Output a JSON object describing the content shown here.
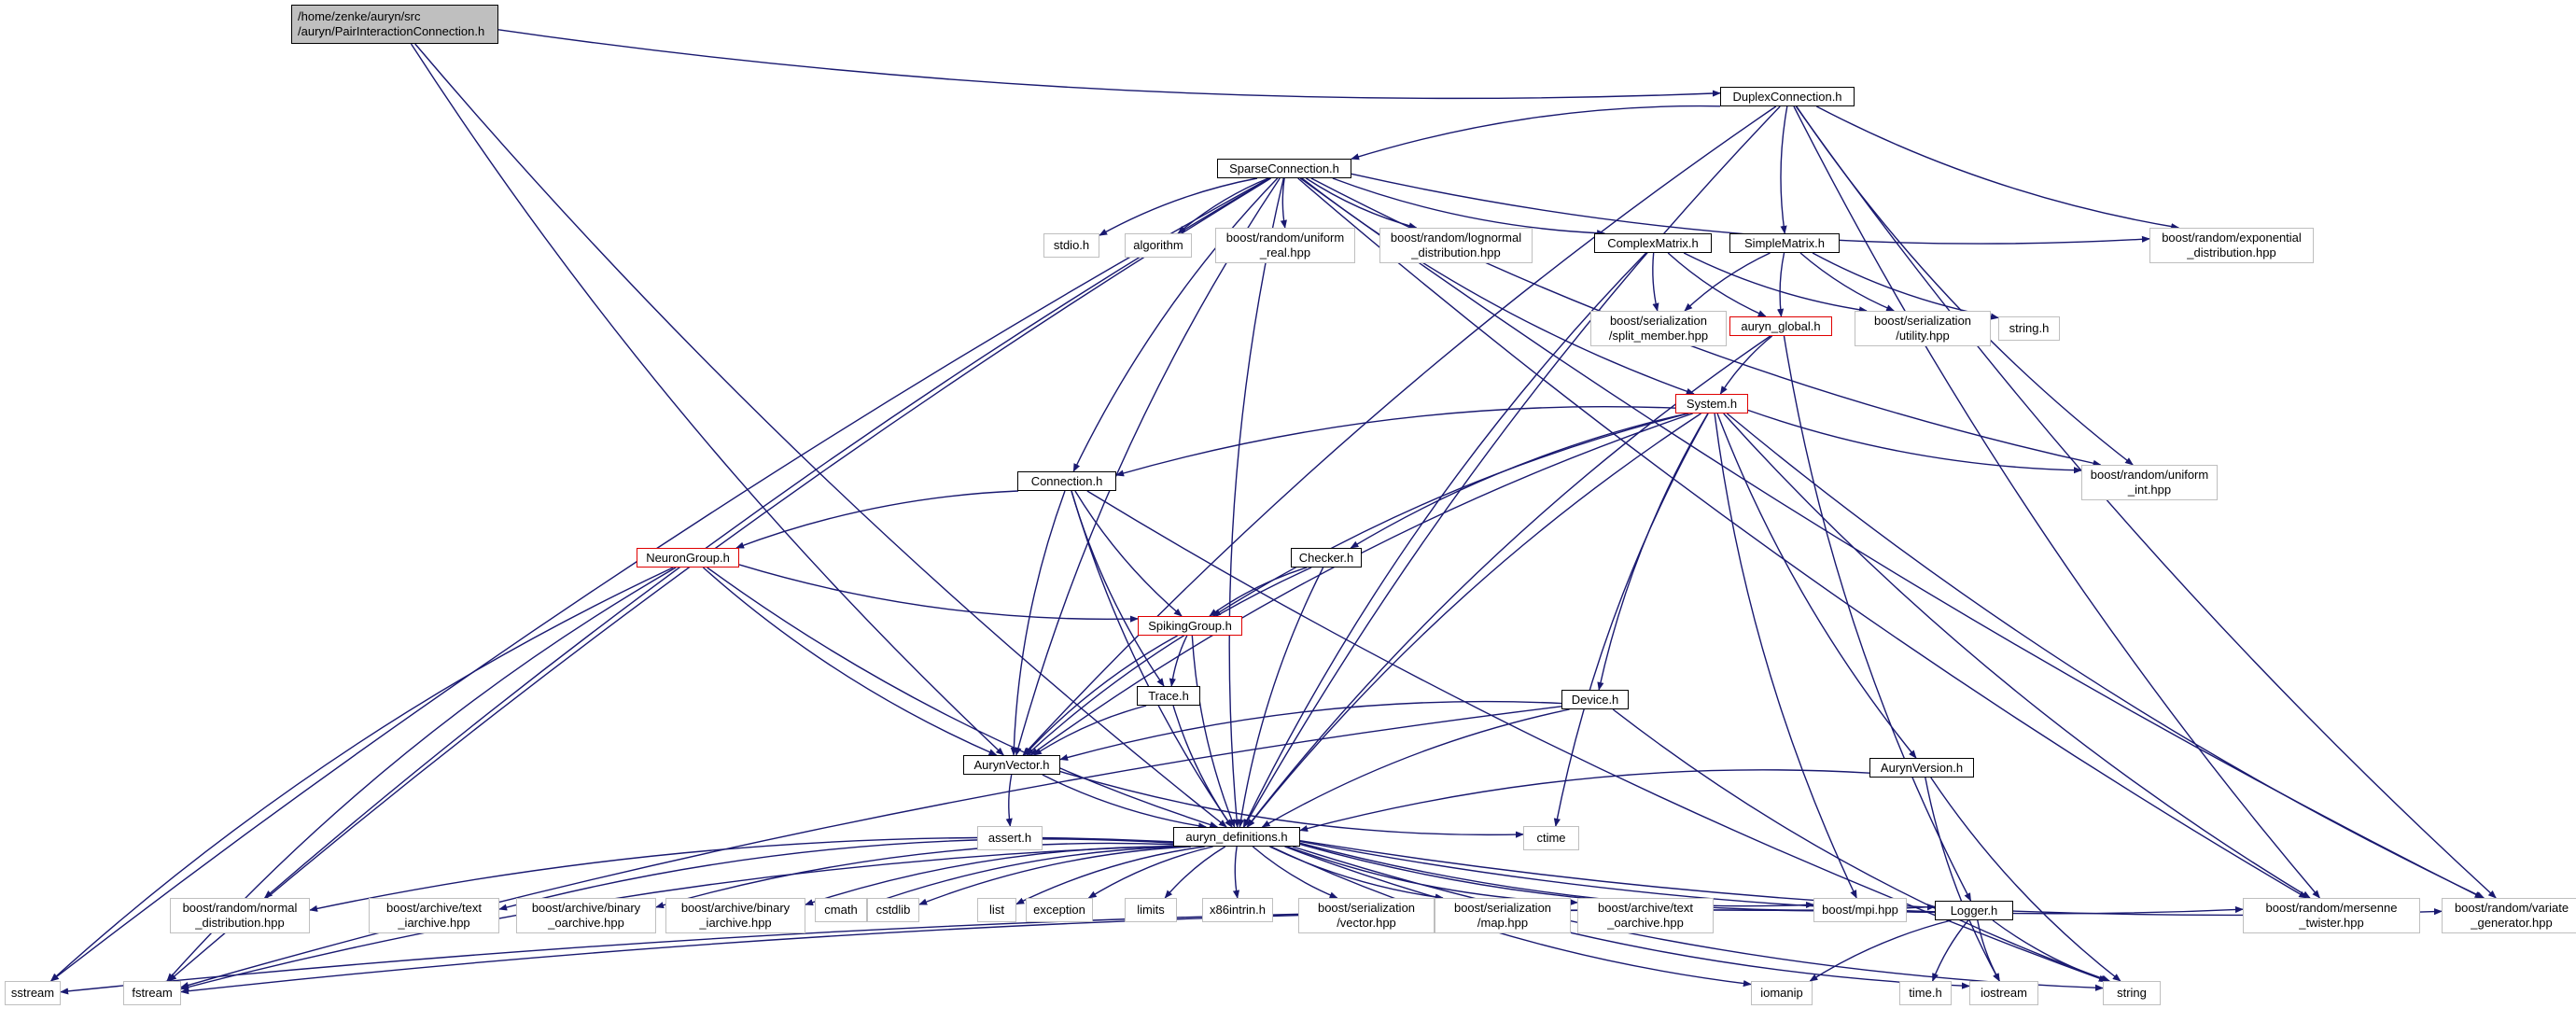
{
  "colors": {
    "edge": "#191970",
    "root_fill": "#bfbfbf",
    "truncated_border": "#e00000",
    "external_border": "#bfbfbf"
  },
  "nodes": {
    "root": "/home/zenke/auryn/src\n/auryn/PairInteractionConnection.h",
    "duplex": "DuplexConnection.h",
    "sparse": "SparseConnection.h",
    "stdio": "stdio.h",
    "algorithm": "algorithm",
    "uniform_real": "boost/random/uniform\n_real.hpp",
    "lognormal": "boost/random/lognormal\n_distribution.hpp",
    "complexmatrix": "ComplexMatrix.h",
    "simplematrix": "SimpleMatrix.h",
    "exponential": "boost/random/exponential\n_distribution.hpp",
    "split_member": "boost/serialization\n/split_member.hpp",
    "auryn_global": "auryn_global.h",
    "ser_utility": "boost/serialization\n/utility.hpp",
    "string_h": "string.h",
    "system": "System.h",
    "uniform_int": "boost/random/uniform\n_int.hpp",
    "connection": "Connection.h",
    "neurongroup": "NeuronGroup.h",
    "checker": "Checker.h",
    "spikinggroup": "SpikingGroup.h",
    "trace": "Trace.h",
    "device": "Device.h",
    "aurynvector": "AurynVector.h",
    "aurynversion": "AurynVersion.h",
    "assert": "assert.h",
    "definitions": "auryn_definitions.h",
    "ctime": "ctime",
    "normal": "boost/random/normal\n_distribution.hpp",
    "text_iarchive": "boost/archive/text\n_iarchive.hpp",
    "binary_oarchive": "boost/archive/binary\n_oarchive.hpp",
    "binary_iarchive": "boost/archive/binary\n_iarchive.hpp",
    "cmath": "cmath",
    "cstdlib": "cstdlib",
    "list": "list",
    "exception": "exception",
    "limits": "limits",
    "x86intrin": "x86intrin.h",
    "ser_vector": "boost/serialization\n/vector.hpp",
    "ser_map": "boost/serialization\n/map.hpp",
    "text_oarchive": "boost/archive/text\n_oarchive.hpp",
    "mpi": "boost/mpi.hpp",
    "logger": "Logger.h",
    "mersenne": "boost/random/mersenne\n_twister.hpp",
    "variate": "boost/random/variate\n_generator.hpp",
    "sstream": "sstream",
    "fstream": "fstream",
    "iomanip": "iomanip",
    "time_h": "time.h",
    "iostream": "iostream",
    "string": "string"
  }
}
